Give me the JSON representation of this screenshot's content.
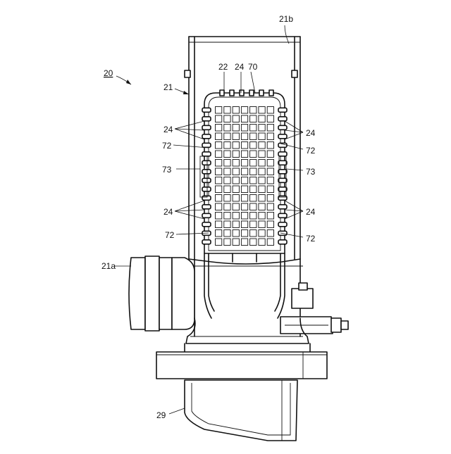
{
  "figure": {
    "assembly_ref": "20",
    "labels": {
      "tube": "21",
      "tube_inlet": "21a",
      "tube_outlet": "21b",
      "element": "22",
      "fin": "24",
      "housing": "29",
      "frame": "70",
      "rib": "72",
      "side_plate": "73"
    }
  }
}
